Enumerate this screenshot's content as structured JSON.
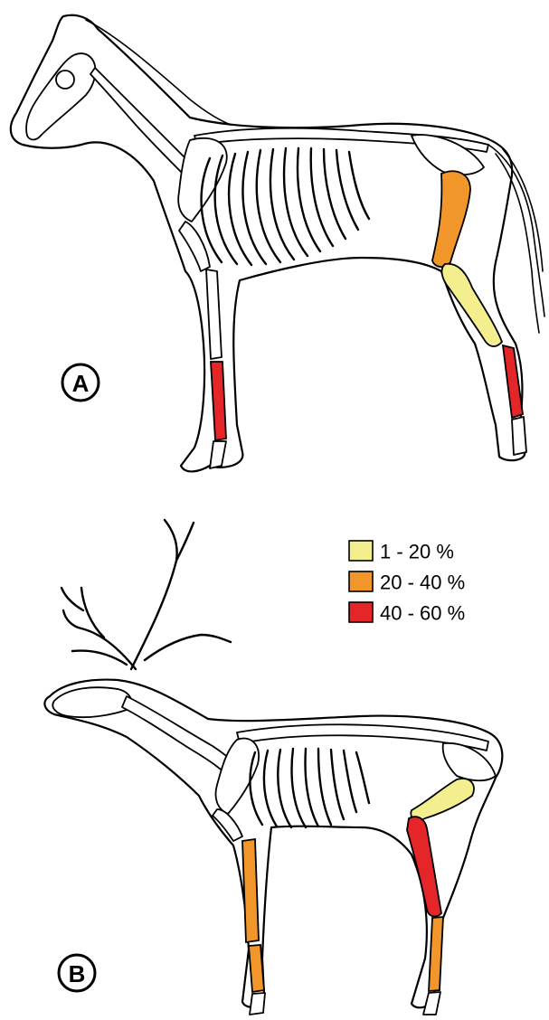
{
  "panels": [
    {
      "label": "A"
    },
    {
      "label": "B"
    }
  ],
  "legend": [
    {
      "text": "1 - 20 %",
      "color": "#f3ef8f"
    },
    {
      "text": "20 - 40 %",
      "color": "#f0962a"
    },
    {
      "text": "40 - 60 %",
      "color": "#e52629"
    }
  ]
}
